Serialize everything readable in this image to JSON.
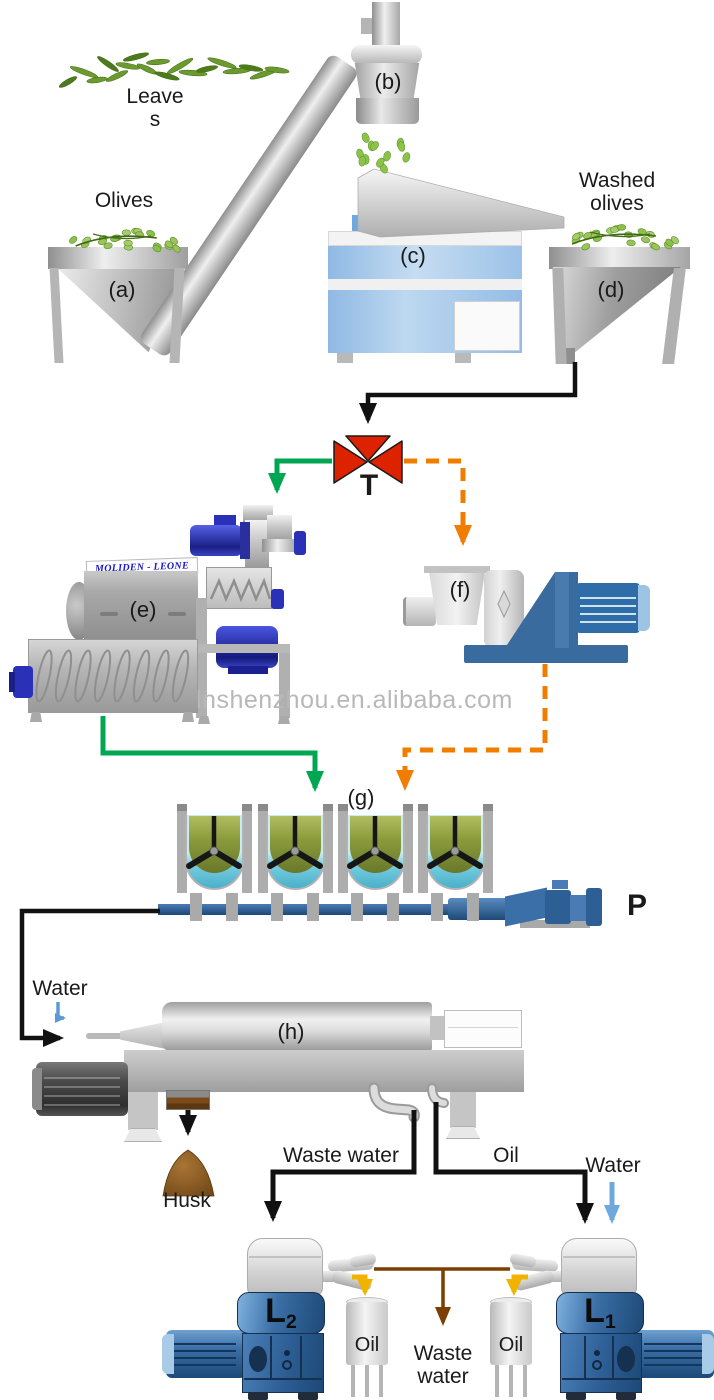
{
  "watermark": "lnshenzhou.en.alibaba.com",
  "brand": "MOLIDEN - LEONE",
  "materials": {
    "leaves": "Leaves",
    "olives": "Olives",
    "washed_olives": "Washed olives",
    "husk": "Husk",
    "water_decanter": "Water",
    "water_separator": "Water",
    "waste_water_decanter": "Waste water",
    "waste_water_out": "Waste water",
    "oil_decanter": "Oil",
    "oil_tank_left": "Oil",
    "oil_tank_right": "Oil"
  },
  "stages": {
    "hopper": "(a)",
    "defoliator": "(b)",
    "washer": "(c)",
    "washed_hopper": "(d)",
    "crusher": "(e)",
    "hammer_mill": "(f)",
    "malaxer": "(g)",
    "decanter": "(h)"
  },
  "valve": {
    "label": "T"
  },
  "pump": {
    "label": "P"
  },
  "separators": {
    "l2": {
      "base": "L",
      "sub": "2"
    },
    "l1": {
      "base": "L",
      "sub": "1"
    }
  },
  "colors": {
    "line_black": "#111111",
    "paste_line_green": "#00a651",
    "alt_line_orange": "#f07d00",
    "valve_red": "#dd2200",
    "waste_line_brown": "#7b3f00",
    "oil_arrow_yellow": "#f0b400",
    "water_arrow_blue": "#5b9bd5",
    "pipe_blue": "#2e5f9e",
    "machine_blue": "#3a6b9e",
    "separator_blue": "#2c5d94",
    "motor_blue": "#2a31b8",
    "washer_blue": "#9cc3e8",
    "paste_olive": "#8a9a3a",
    "water_cyan": "#6cc6da",
    "husk_brown": "#8a5a25"
  }
}
